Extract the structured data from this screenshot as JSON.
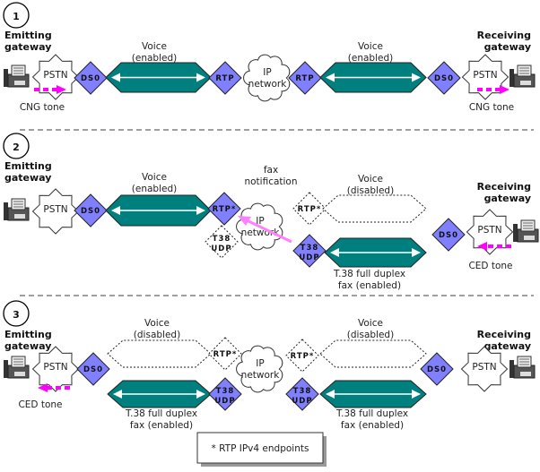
{
  "colors": {
    "endpoint": "#8080ff",
    "channel": "#007f7f",
    "tone": "#ff00ff",
    "notification": "#ff80ff"
  },
  "icons": [
    "fax-machine-icon",
    "pstn-star-icon",
    "ip-network-cloud-icon",
    "arrow-icon"
  ],
  "labels": {
    "emitting": [
      "Emitting",
      "gateway"
    ],
    "receiving": [
      "Receiving",
      "gateway"
    ],
    "pstn": "PSTN",
    "ds0": "DS0",
    "rtp": "RTP",
    "rtp_star": "RTP*",
    "t38": "T38",
    "udp": "UDP",
    "ip": "IP",
    "network": "network",
    "voice": "Voice",
    "enabled": "(enabled)",
    "disabled": "(disabled)",
    "t38_full": "T.38 full duplex",
    "fax_enabled": "fax (enabled)",
    "cng": "CNG tone",
    "ced": "CED tone",
    "fax_notification": [
      "fax",
      "notification"
    ]
  },
  "steps": [
    "1",
    "2",
    "3"
  ],
  "legend": "* RTP IPv4 endpoints"
}
